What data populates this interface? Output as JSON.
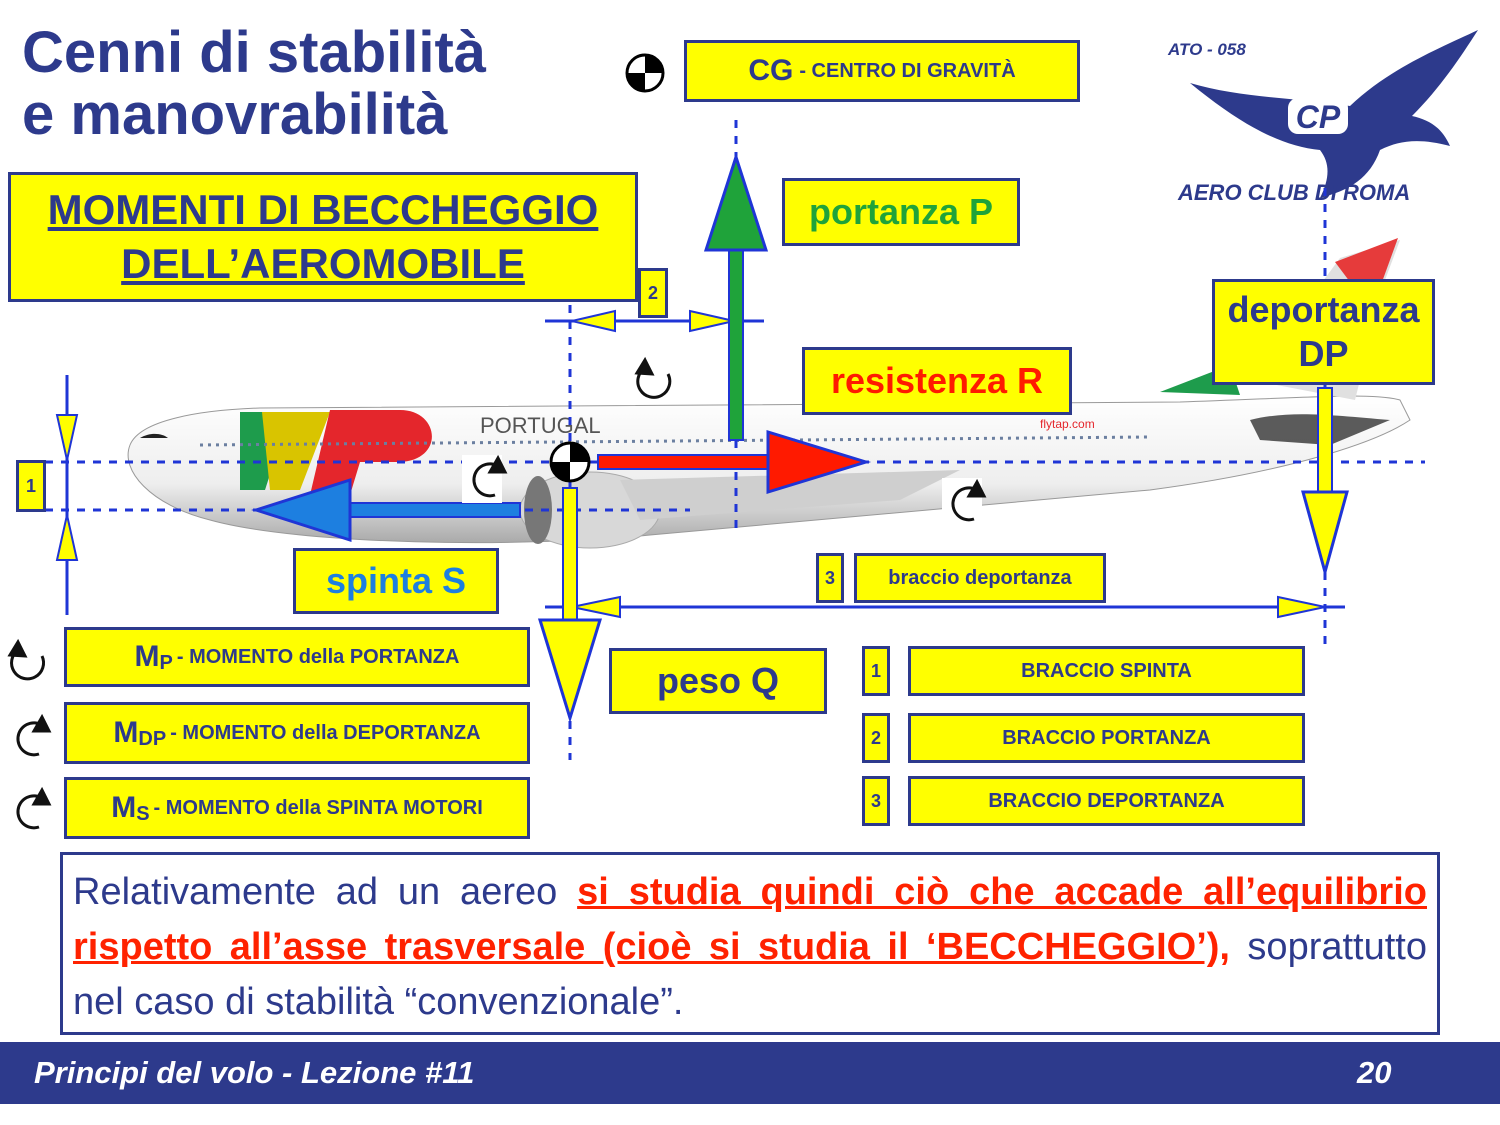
{
  "title_lines": [
    "Cenni di stabilità",
    "e manovrabilità"
  ],
  "main_heading": [
    "MOMENTI DI BECCHEGGIO",
    "DELL’AEROMOBILE"
  ],
  "cg_label": {
    "big": "CG",
    "small": "- CENTRO DI GRAVITÀ"
  },
  "forces": {
    "portanza": "portanza P",
    "deportanza_line1": "deportanza",
    "deportanza_line2": "DP",
    "resistenza": "resistenza R",
    "spinta": "spinta S",
    "peso": "peso Q"
  },
  "arm_markers": {
    "one": "1",
    "two": "2",
    "three": "3"
  },
  "braccio_deportanza_label": "braccio deportanza",
  "moments": [
    {
      "m": "M",
      "sub": "P",
      "text": "- MOMENTO della PORTANZA"
    },
    {
      "m": "M",
      "sub": "DP",
      "text": "- MOMENTO della DEPORTANZA"
    },
    {
      "m": "M",
      "sub": "S",
      "text": "- MOMENTO della SPINTA MOTORI"
    }
  ],
  "arms_legend": [
    {
      "num": "1",
      "label": "BRACCIO SPINTA"
    },
    {
      "num": "2",
      "label": "BRACCIO PORTANZA"
    },
    {
      "num": "3",
      "label": "BRACCIO DEPORTANZA"
    }
  ],
  "bottom_text": {
    "part1": "Relativamente ad un aereo ",
    "highlight": "si studia quindi ciò che accade all’equilibrio rispetto all’asse trasversale (cioè si studia il ‘BECCHEGGIO’),",
    "part2": " soprattutto nel caso di stabilità “convenzionale”."
  },
  "logo": {
    "top": "ATO - 058",
    "bottom": "AERO CLUB DI ROMA"
  },
  "aircraft_livery": {
    "word": "PORTUGAL",
    "site": "flytap.com"
  },
  "footer": {
    "left": "Principi del volo - Lezione #11",
    "page": "20"
  },
  "colors": {
    "navy": "#2d3a8c",
    "yellow": "#ffff00",
    "lift": "#1fa33a",
    "drag": "#ff1a00",
    "thrust": "#1d7fe0"
  }
}
